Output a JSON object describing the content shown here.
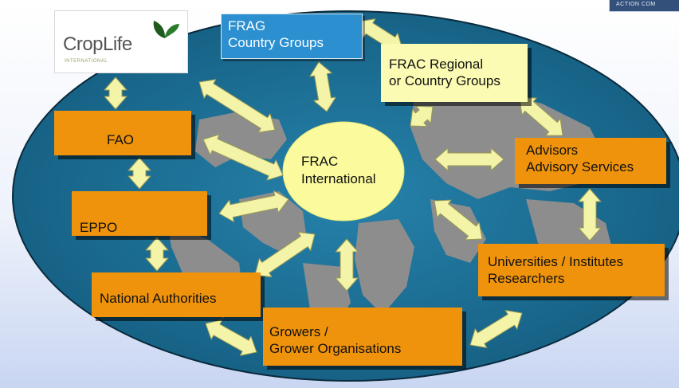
{
  "hub": {
    "line1": "FRAC",
    "line2": "International"
  },
  "boxes": {
    "frag": {
      "line1": "FRAG",
      "line2": "Country Groups"
    },
    "frac_regional": {
      "line1": "FRAC Regional",
      "line2": "or Country Groups"
    },
    "fao": {
      "label": "FAO"
    },
    "eppo": {
      "label": "EPPO"
    },
    "national": {
      "label": "National Authorities"
    },
    "growers": {
      "line1": "Growers /",
      "line2": "Grower Organisations"
    },
    "universities": {
      "line1": "Universities / Institutes",
      "line2": "Researchers"
    },
    "advisors": {
      "line1": "Advisors",
      "line2": "Advisory Services"
    }
  },
  "logo": {
    "word": "CropLife",
    "sub": "INTERNATIONAL"
  },
  "corner_badge": {
    "text": "ACTION COM"
  },
  "colors": {
    "ocean": "#1b6f95",
    "land": "#8d8d8d",
    "orange_box": "#f0930c",
    "yellow_box": "#fbfbb3",
    "blue_box": "#2b8fd0",
    "arrow_fill": "#f4f4a8"
  }
}
